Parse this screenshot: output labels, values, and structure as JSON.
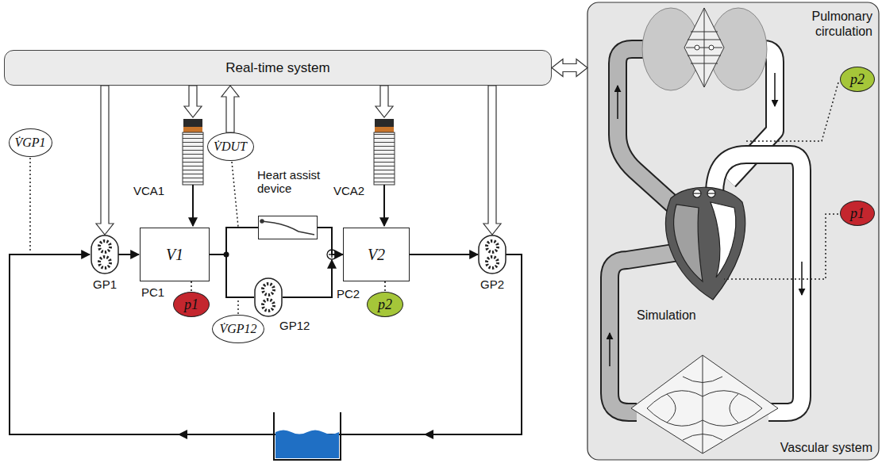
{
  "diagram": {
    "nodes": [
      {
        "text": [
          "Real-time system"
        ]
      },
      {
        "text": [
          "V̇GP1"
        ]
      },
      {
        "text": [
          "V1"
        ]
      },
      {
        "text": [
          "p1"
        ]
      },
      {
        "text": [
          "V̇DUT"
        ]
      },
      {
        "text": [
          "Heart assist device"
        ]
      },
      {
        "text": [
          "V̇GP12"
        ]
      },
      {
        "text": [
          "V2"
        ]
      },
      {
        "text": [
          "p2"
        ]
      },
      {
        "text": [
          "Pulmonary circulation",
          "Simulation",
          "Vascular system"
        ]
      },
      {
        "text": [
          "p2"
        ],
        "in": 9
      },
      {
        "text": [
          "p1"
        ],
        "in": 9
      }
    ],
    "edges": [
      {
        "from": 0,
        "to": 9,
        "arrow": "both"
      },
      {
        "from": 4,
        "to": 0,
        "arrow": "to"
      },
      {
        "from": 2,
        "to": 3,
        "arrow": "none"
      },
      {
        "from": 7,
        "to": 8,
        "arrow": "none"
      },
      {
        "from": 2,
        "to": 5,
        "arrow": "none"
      },
      {
        "from": 5,
        "to": 7,
        "arrow": "to"
      }
    ],
    "labels": [
      "VCA1",
      "VCA2",
      "GP1",
      "PC1",
      "GP12",
      "PC2",
      "GP2"
    ]
  }
}
